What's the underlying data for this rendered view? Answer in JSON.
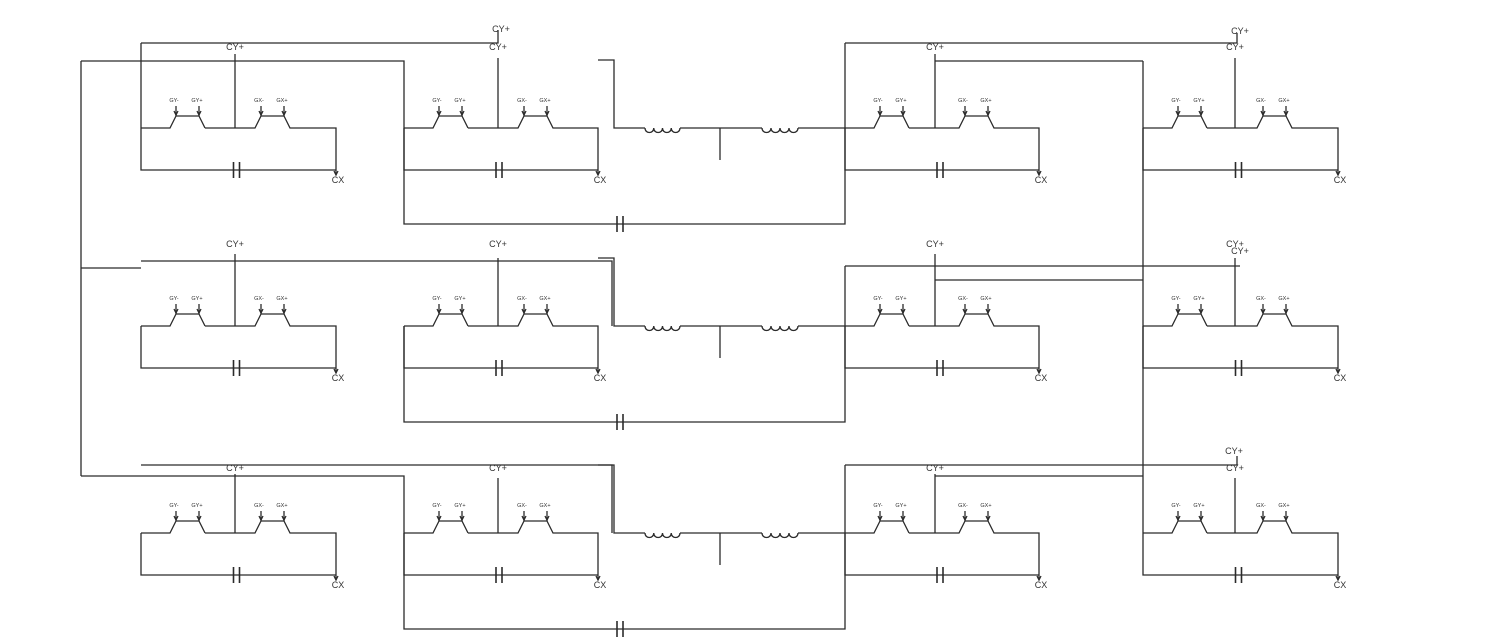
{
  "labels": {
    "top_terminal": "CY+",
    "output": "CX",
    "tap_a": "GY-",
    "tap_b": "GY+",
    "tap_c": "GX-",
    "tap_d": "GX+"
  },
  "layout_grid": {
    "rows": 3,
    "columns": 4
  },
  "colors": {
    "line": "#2b2b2b",
    "text": "#333333",
    "background": "#ffffff"
  }
}
